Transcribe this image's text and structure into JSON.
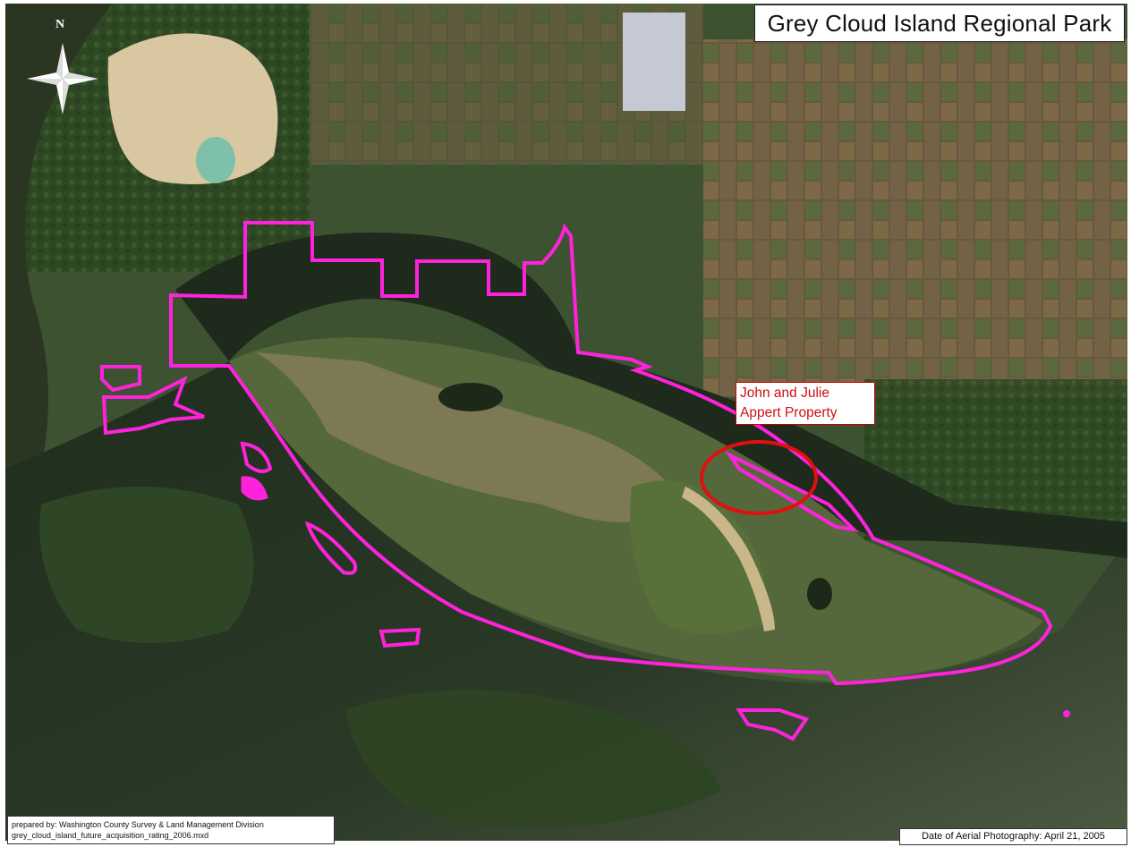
{
  "map": {
    "title": "Grey Cloud Island Regional Park",
    "north_label": "N",
    "callout": {
      "line1": "John and Julie",
      "line2": "Appert Property"
    },
    "credit": {
      "line1": "prepared by: Washington County Survey & Land Management Division",
      "line2": "grey_cloud_island_future_acquisition_rating_2006.mxd"
    },
    "date_label": "Date of Aerial Photography: April 21, 2005"
  },
  "colors": {
    "boundary": "#ff22dd",
    "callout_ring": "#e01010",
    "water": "#1c2a1a",
    "river": "#3a4a32",
    "forest": "#2f4a22",
    "field": "#6e5a3c"
  },
  "icons": {
    "compass": "north-arrow-compass-icon"
  }
}
